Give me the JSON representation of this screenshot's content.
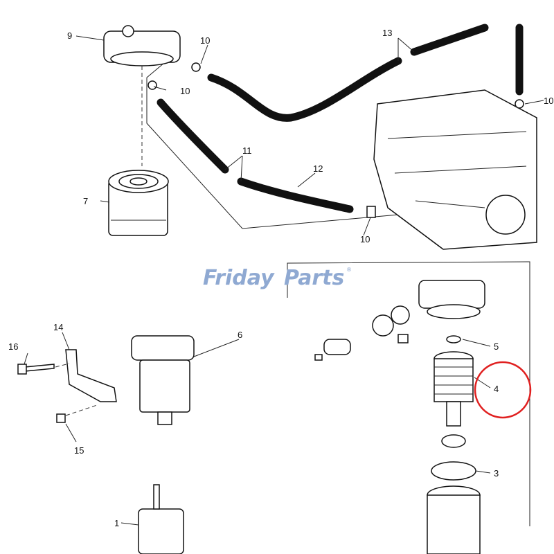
{
  "logo": {
    "text_left": "Friday",
    "text_right": "Parts",
    "mark": "®",
    "color_main": "#8fa9d2",
    "color_accent": "#f0b060"
  },
  "callouts": {
    "c9": "9",
    "c10a": "10",
    "c10b": "10",
    "c10c": "10",
    "c10d": "10",
    "c13": "13",
    "c7": "7",
    "c11": "11",
    "c12": "12",
    "c14": "14",
    "c16": "16",
    "c6": "6",
    "c5": "5",
    "c4": "4",
    "c3": "3",
    "c15": "15",
    "c1": "1"
  },
  "highlight": {
    "target": "4",
    "color": "#e02020"
  }
}
